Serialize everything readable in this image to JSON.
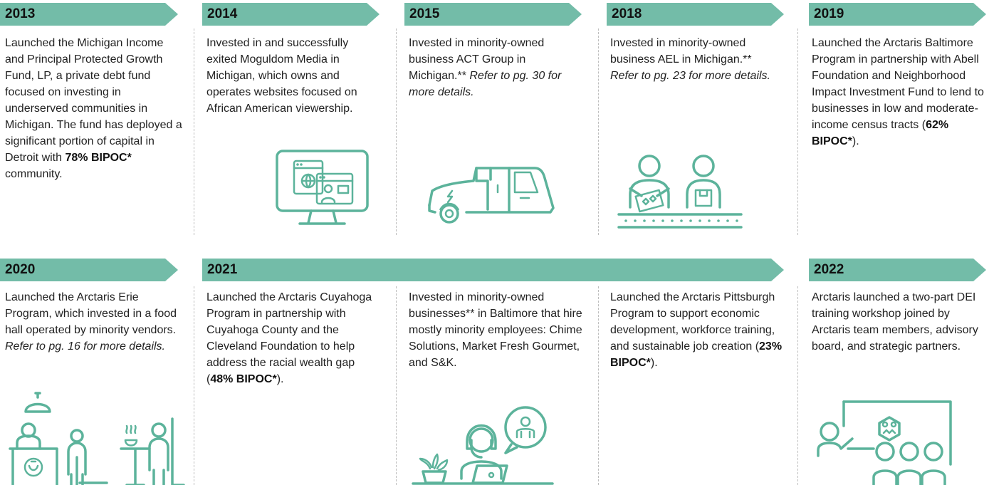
{
  "colors": {
    "accent": "#73bca8",
    "icon": "#5cb39b",
    "text": "#222222"
  },
  "row1": [
    {
      "year": "2013",
      "text": [
        {
          "t": "Launched the Michigan Income and Principal Protected Growth Fund, LP, a private debt fund focused on investing in underserved communities in Michigan. The fund has deployed a significant portion of capital in Detroit with "
        },
        {
          "t": "78% BIPOC*",
          "b": true
        },
        {
          "t": " community."
        }
      ]
    },
    {
      "year": "2014",
      "icon": "computer-browser-icon",
      "text": [
        {
          "t": "Invested in and successfully exited Moguldom Media in Michigan, which owns and operates websites focused on African American viewership."
        }
      ]
    },
    {
      "year": "2015",
      "icon": "electric-vehicle-icon",
      "text": [
        {
          "t": "Invested in minority-owned business ACT Group in Michigan.** "
        },
        {
          "t": "Refer to pg. 30 for more details.",
          "i": true
        }
      ]
    },
    {
      "year": "2018",
      "icon": "conveyor-workers-icon",
      "text": [
        {
          "t": "Invested in minority-owned business AEL in Michigan.** "
        },
        {
          "t": "Refer to pg. 23 for more details.",
          "i": true
        }
      ]
    },
    {
      "year": "2019",
      "text": [
        {
          "t": "Launched the Arctaris Baltimore Program in partnership with Abell Foundation and Neighborhood Impact Investment Fund to lend to businesses in low and moderate-income census tracts ("
        },
        {
          "t": "62% BIPOC*",
          "b": true
        },
        {
          "t": ")."
        }
      ]
    }
  ],
  "row2": [
    {
      "year": "2020",
      "icon": "food-hall-icon",
      "text": [
        {
          "t": "Launched the Arctaris Erie Program, which invested in a food hall operated by minority vendors. "
        },
        {
          "t": "Refer to pg. 16 for more details.",
          "i": true
        }
      ]
    },
    {
      "year": "2021",
      "text": [
        {
          "t": "Launched the Arctaris Cuyahoga Program in partnership with Cuyahoga County and the Cleveland Foundation to help address the racial wealth gap ("
        },
        {
          "t": "48% BIPOC*",
          "b": true
        },
        {
          "t": ")."
        }
      ]
    },
    {
      "icon": "call-center-icon",
      "text": [
        {
          "t": "Invested in minority-owned businesses** in Baltimore that hire mostly minority employees: Chime Solutions, Market Fresh Gourmet, and S&K."
        }
      ]
    },
    {
      "text": [
        {
          "t": "Launched the Arctaris Pittsburgh Program to support economic development, workforce training, and sustainable job creation  ("
        },
        {
          "t": "23% BIPOC*",
          "b": true
        },
        {
          "t": ")."
        }
      ]
    },
    {
      "year": "2022",
      "icon": "training-workshop-icon",
      "text": [
        {
          "t": "Arctaris launched a two-part DEI training workshop joined by Arctaris team members, advisory board, and strategic partners."
        }
      ]
    }
  ]
}
